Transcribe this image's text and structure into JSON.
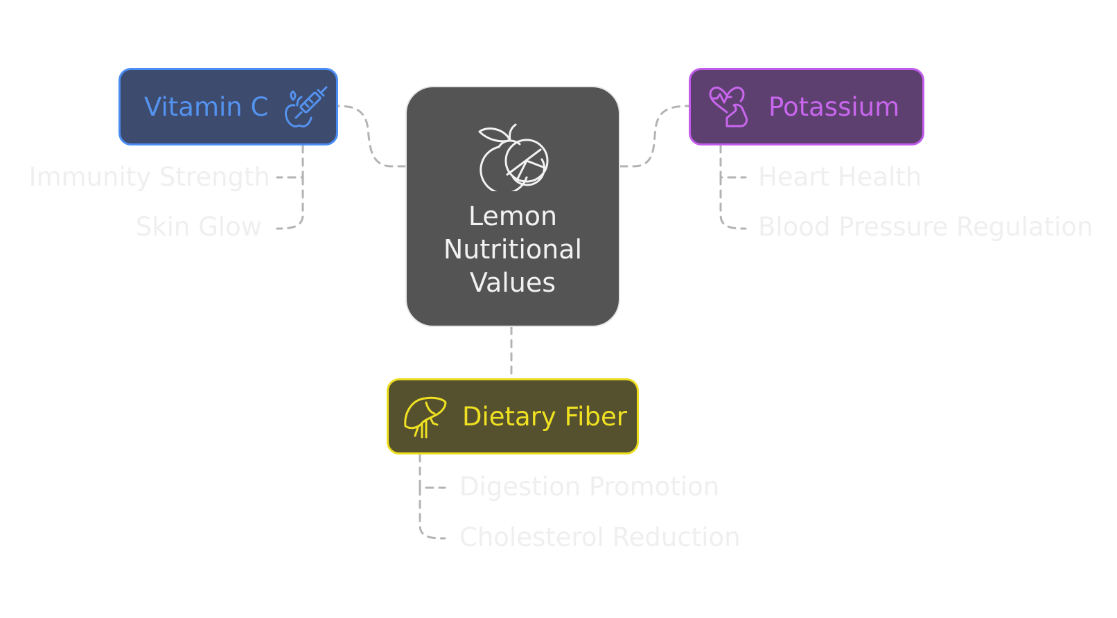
{
  "center": {
    "title": "Lemon Nutritional Values",
    "icon": "lemon-orange-icon"
  },
  "branches": [
    {
      "label": "Vitamin C",
      "icon": "apple-syringe-icon",
      "color": "#4a8cf2",
      "fill": "#3c4b6e",
      "children": [
        "Immunity Strength",
        "Skin Glow"
      ]
    },
    {
      "label": "Potassium",
      "icon": "heart-pulse-arm-icon",
      "color": "#c15bea",
      "fill": "#5e4070",
      "children": [
        "Heart Health",
        "Blood Pressure Regulation"
      ]
    },
    {
      "label": "Dietary Fiber",
      "icon": "liver-icon",
      "color": "#ecdc1e",
      "fill": "#55502e",
      "children": [
        "Digestion Promotion",
        "Cholesterol Reduction"
      ]
    }
  ],
  "colors": {
    "center_fill": "#545454",
    "connector": "#b3b3b3",
    "leaf_text": "#efefef"
  }
}
